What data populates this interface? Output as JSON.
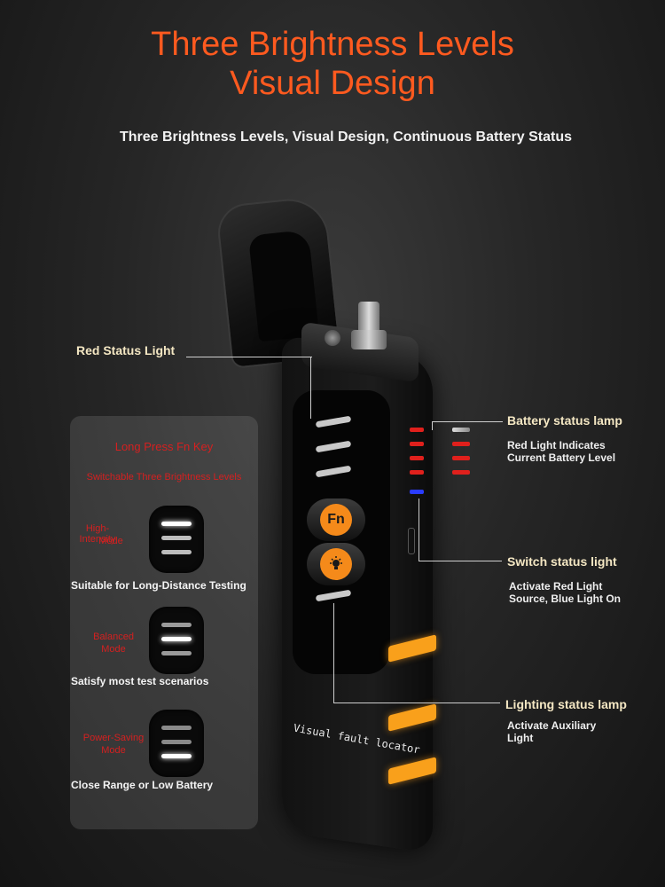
{
  "headline": {
    "line1": "Three Brightness Levels",
    "line2": "Visual Design"
  },
  "subheadline": "Three Brightness Levels, Visual Design, Continuous Battery Status",
  "callouts": {
    "red_status": "Red Status Light",
    "battery_title": "Battery status lamp",
    "battery_desc1": "Red Light Indicates",
    "battery_desc2": "Current Battery Level",
    "switch_title": "Switch status light",
    "switch_desc1": "Activate Red Light",
    "switch_desc2": "Source, Blue Light On",
    "lighting_title": "Lighting status lamp",
    "lighting_desc1": "Activate Auxiliary",
    "lighting_desc2": "Light"
  },
  "device": {
    "fn_label": "Fn",
    "label": "Visual fault locator",
    "led_colors": {
      "red": "#e0201c",
      "blue": "#2a3cff",
      "gray": "#8a8a8a"
    }
  },
  "modes_panel": {
    "title": "Long Press Fn Key",
    "subtitle": "Switchable Three Brightness Levels",
    "modes": [
      {
        "name1": "High-Intensity",
        "name2": "Mode",
        "desc": "Suitable for Long-Distance Testing"
      },
      {
        "name1": "Balanced",
        "name2": "Mode",
        "desc": "Satisfy most test scenarios"
      },
      {
        "name1": "Power-Saving",
        "name2": "Mode",
        "desc": "Close Range or Low Battery"
      }
    ]
  },
  "colors": {
    "accent": "#ff5a1f",
    "orange_band": "#f9a01b",
    "callout_text": "#f4e7c3"
  },
  "icons": [
    "light-bulb-icon",
    "usb-port-icon"
  ]
}
